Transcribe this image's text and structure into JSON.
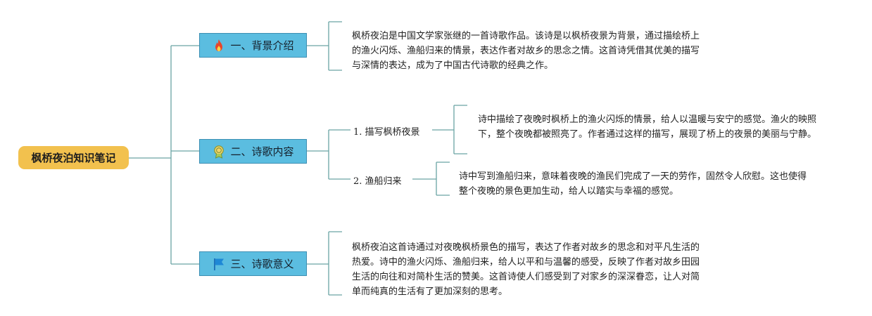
{
  "root": {
    "title": "枫桥夜泊知识笔记"
  },
  "branches": [
    {
      "title": "一、背景介绍",
      "icon": "fire-icon",
      "text": "枫桥夜泊是中国文学家张继的一首诗歌作品。该诗是以枫桥夜景为背景，通过描绘桥上的渔火闪烁、渔船归来的情景，表达作者对故乡的思念之情。这首诗凭借其优美的描写与深情的表达，成为了中国古代诗歌的经典之作。"
    },
    {
      "title": "二、诗歌内容",
      "icon": "medal-icon",
      "subs": [
        {
          "label": "1. 描写枫桥夜景",
          "text": "诗中描绘了夜晚时枫桥上的渔火闪烁的情景，给人以温暖与安宁的感觉。渔火的映照下，整个夜晚都被照亮了。作者通过这样的描写，展现了桥上的夜景的美丽与宁静。"
        },
        {
          "label": "2. 渔船归来",
          "text": "诗中写到渔船归来，意味着夜晚的渔民们完成了一天的劳作，固然令人欣慰。这也使得整个夜晚的景色更加生动，给人以踏实与幸福的感觉。"
        }
      ]
    },
    {
      "title": "三、诗歌意义",
      "icon": "flag-icon",
      "text": "枫桥夜泊这首诗通过对夜晚枫桥景色的描写，表达了作者对故乡的思念和对平凡生活的热爱。诗中的渔火闪烁、渔船归来，给人以平和与温馨的感受，反映了作者对故乡田园生活的向往和对简朴生活的赞美。这首诗使人们感受到了对家乡的深深眷恋，让人对简单而纯真的生活有了更加深刻的思考。"
    }
  ],
  "colors": {
    "root_fill": "#f2c14e",
    "branch_fill": "#5bbde0",
    "line": "#6aa4a4"
  }
}
